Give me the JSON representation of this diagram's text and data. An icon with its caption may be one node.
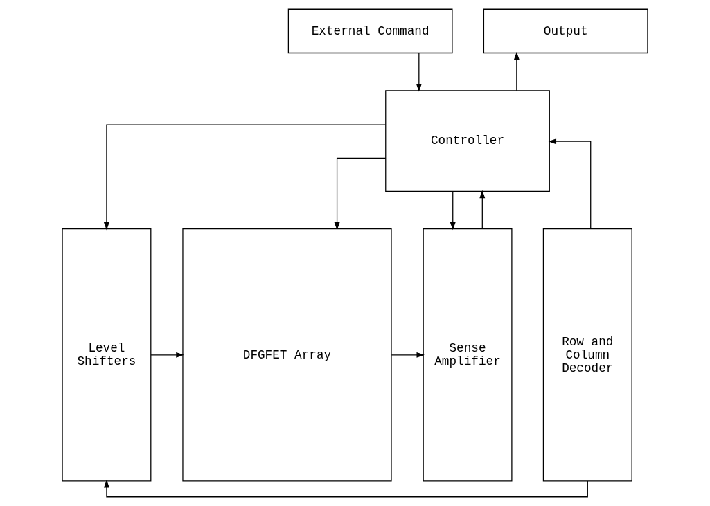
{
  "diagram": {
    "nodes": [
      {
        "text": [
          "External Command"
        ]
      },
      {
        "text": [
          "Output"
        ]
      },
      {
        "text": [
          "Controller"
        ]
      },
      {
        "text": [
          "Row and Column Decoder"
        ]
      },
      {
        "text": [
          "Level Shifters"
        ]
      },
      {
        "text": [
          "DFGFET Array"
        ]
      },
      {
        "text": [
          "Sense Amplifier"
        ]
      }
    ],
    "edges": [
      {
        "from": 0,
        "to": 2,
        "arrow": "to"
      },
      {
        "from": 2,
        "to": 1,
        "arrow": "to"
      },
      {
        "from": 3,
        "to": 2,
        "arrow": "to"
      },
      {
        "from": 2,
        "to": 4,
        "arrow": "to"
      },
      {
        "from": 2,
        "to": 5,
        "arrow": "to"
      },
      {
        "from": 6,
        "to": 2,
        "arrow": "to"
      },
      {
        "from": 2,
        "to": 6,
        "arrow": "to"
      },
      {
        "from": 3,
        "to": 4,
        "arrow": "to"
      },
      {
        "from": 4,
        "to": 5,
        "arrow": "to"
      },
      {
        "from": 5,
        "to": 6,
        "arrow": "to"
      }
    ]
  }
}
